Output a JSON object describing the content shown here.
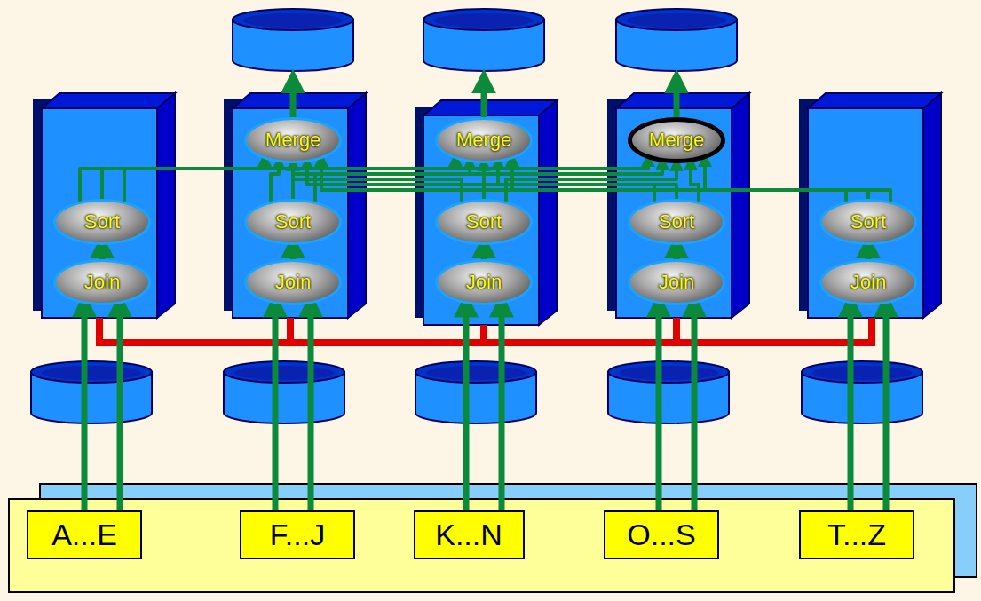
{
  "diagram": {
    "nodes": [
      {
        "text": [
          "Merge"
        ]
      },
      {
        "text": [
          "Merge"
        ]
      },
      {
        "text": [
          "Merge"
        ]
      },
      {
        "text": [
          "Sort"
        ]
      },
      {
        "text": [
          "Sort"
        ]
      },
      {
        "text": [
          "Sort"
        ]
      },
      {
        "text": [
          "Sort"
        ]
      },
      {
        "text": [
          "Sort"
        ]
      },
      {
        "text": [
          "Join"
        ]
      },
      {
        "text": [
          "Join"
        ]
      },
      {
        "text": [
          "Join"
        ]
      },
      {
        "text": [
          "Join"
        ]
      },
      {
        "text": [
          "Join"
        ]
      },
      {
        "text": [
          "A...E"
        ]
      },
      {
        "text": [
          "F...J"
        ]
      },
      {
        "text": [
          "K...N"
        ]
      },
      {
        "text": [
          "O...S"
        ]
      },
      {
        "text": [
          "T...Z"
        ]
      }
    ],
    "edges": [
      {
        "from": 13,
        "to": 8,
        "arrow": "to"
      },
      {
        "from": 13,
        "to": 8,
        "arrow": "to"
      },
      {
        "from": 14,
        "to": 9,
        "arrow": "to"
      },
      {
        "from": 14,
        "to": 9,
        "arrow": "to"
      },
      {
        "from": 15,
        "to": 10,
        "arrow": "to"
      },
      {
        "from": 15,
        "to": 10,
        "arrow": "to"
      },
      {
        "from": 16,
        "to": 11,
        "arrow": "to"
      },
      {
        "from": 16,
        "to": 11,
        "arrow": "to"
      },
      {
        "from": 17,
        "to": 12,
        "arrow": "to"
      },
      {
        "from": 17,
        "to": 12,
        "arrow": "to"
      },
      {
        "from": 8,
        "to": 3,
        "arrow": "to"
      },
      {
        "from": 9,
        "to": 4,
        "arrow": "to"
      },
      {
        "from": 10,
        "to": 5,
        "arrow": "to"
      },
      {
        "from": 11,
        "to": 6,
        "arrow": "to"
      },
      {
        "from": 12,
        "to": 7,
        "arrow": "to"
      },
      {
        "from": 3,
        "to": 0,
        "arrow": "to"
      },
      {
        "from": 3,
        "to": 1,
        "arrow": "to"
      },
      {
        "from": 3,
        "to": 2,
        "arrow": "to"
      },
      {
        "from": 4,
        "to": 0,
        "arrow": "to"
      },
      {
        "from": 4,
        "to": 1,
        "arrow": "to"
      },
      {
        "from": 4,
        "to": 2,
        "arrow": "to"
      },
      {
        "from": 5,
        "to": 0,
        "arrow": "to"
      },
      {
        "from": 5,
        "to": 1,
        "arrow": "to"
      },
      {
        "from": 5,
        "to": 2,
        "arrow": "to"
      },
      {
        "from": 6,
        "to": 0,
        "arrow": "to"
      },
      {
        "from": 6,
        "to": 1,
        "arrow": "to"
      },
      {
        "from": 6,
        "to": 2,
        "arrow": "to"
      },
      {
        "from": 7,
        "to": 0,
        "arrow": "to"
      },
      {
        "from": 7,
        "to": 1,
        "arrow": "to"
      },
      {
        "from": 7,
        "to": 2,
        "arrow": "to"
      }
    ]
  }
}
